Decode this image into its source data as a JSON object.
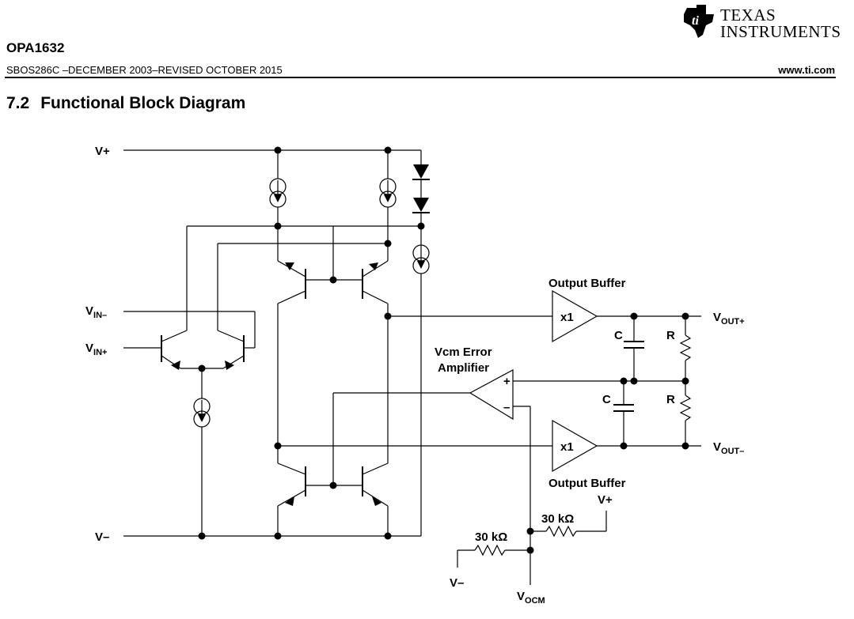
{
  "header": {
    "part_number": "OPA1632",
    "doc_line": "SBOS286C –DECEMBER 2003–REVISED OCTOBER 2015",
    "url": "www.ti.com",
    "logo": {
      "line1": "TEXAS",
      "line2": "INSTRUMENTS",
      "icon": "ti-logo-icon"
    }
  },
  "section": {
    "number": "7.2",
    "title": "Functional Block Diagram"
  },
  "diagram": {
    "pins": {
      "vplus": "V+",
      "vminus": "V–",
      "vin_minus": {
        "main": "V",
        "sub": "IN–"
      },
      "vin_plus": {
        "main": "V",
        "sub": "IN+"
      },
      "vout_plus": {
        "main": "V",
        "sub": "OUT+"
      },
      "vout_minus": {
        "main": "V",
        "sub": "OUT–"
      },
      "vocm": {
        "main": "V",
        "sub": "OCM"
      },
      "div_vplus": "V+",
      "div_vminus": "V–"
    },
    "blocks": {
      "output_buffer_label": "Output Buffer",
      "buffer_gain": "x1",
      "vcm_error_line1": "Vcm Error",
      "vcm_error_line2": "Amplifier",
      "plus_sign": "+",
      "minus_sign": "–"
    },
    "components": {
      "cap_label": "C",
      "res_label": "R",
      "res_30k_left": "30 kΩ",
      "res_30k_right": "30 kΩ"
    }
  }
}
